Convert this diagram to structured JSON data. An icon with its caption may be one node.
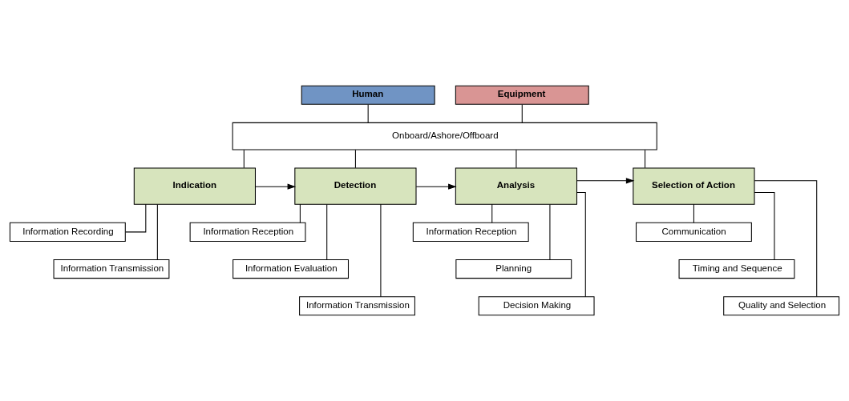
{
  "diagram": {
    "nodes": [
      {
        "text": [
          "Human"
        ]
      },
      {
        "text": [
          "Equipment"
        ]
      },
      {
        "text": [
          "Onboard/Ashore/Offboard"
        ]
      },
      {
        "text": [
          "Indication"
        ]
      },
      {
        "text": [
          "Detection"
        ]
      },
      {
        "text": [
          "Analysis"
        ]
      },
      {
        "text": [
          "Selection of Action"
        ]
      },
      {
        "text": [
          "Information Recording"
        ]
      },
      {
        "text": [
          "Information Transmission"
        ]
      },
      {
        "text": [
          "Information Reception"
        ]
      },
      {
        "text": [
          "Information Evaluation"
        ]
      },
      {
        "text": [
          "Information Transmission"
        ]
      },
      {
        "text": [
          "Information Reception"
        ]
      },
      {
        "text": [
          "Planning"
        ]
      },
      {
        "text": [
          "Decision Making"
        ]
      },
      {
        "text": [
          "Communication"
        ]
      },
      {
        "text": [
          "Timing and Sequence"
        ]
      },
      {
        "text": [
          "Quality and Selection"
        ]
      }
    ],
    "edges": [
      {
        "from": 0,
        "to": 2,
        "arrow": "none"
      },
      {
        "from": 1,
        "to": 2,
        "arrow": "none"
      },
      {
        "from": 2,
        "to": 3,
        "arrow": "none"
      },
      {
        "from": 2,
        "to": 4,
        "arrow": "none"
      },
      {
        "from": 2,
        "to": 5,
        "arrow": "none"
      },
      {
        "from": 2,
        "to": 6,
        "arrow": "none"
      },
      {
        "from": 3,
        "to": 4,
        "arrow": "to"
      },
      {
        "from": 4,
        "to": 5,
        "arrow": "to"
      },
      {
        "from": 5,
        "to": 6,
        "arrow": "to"
      },
      {
        "from": 3,
        "to": 7,
        "arrow": "none"
      },
      {
        "from": 3,
        "to": 8,
        "arrow": "none"
      },
      {
        "from": 4,
        "to": 9,
        "arrow": "none"
      },
      {
        "from": 4,
        "to": 10,
        "arrow": "none"
      },
      {
        "from": 4,
        "to": 11,
        "arrow": "none"
      },
      {
        "from": 5,
        "to": 12,
        "arrow": "none"
      },
      {
        "from": 5,
        "to": 13,
        "arrow": "none"
      },
      {
        "from": 5,
        "to": 14,
        "arrow": "none"
      },
      {
        "from": 6,
        "to": 15,
        "arrow": "none"
      },
      {
        "from": 6,
        "to": 16,
        "arrow": "none"
      },
      {
        "from": 6,
        "to": 17,
        "arrow": "none"
      }
    ]
  }
}
